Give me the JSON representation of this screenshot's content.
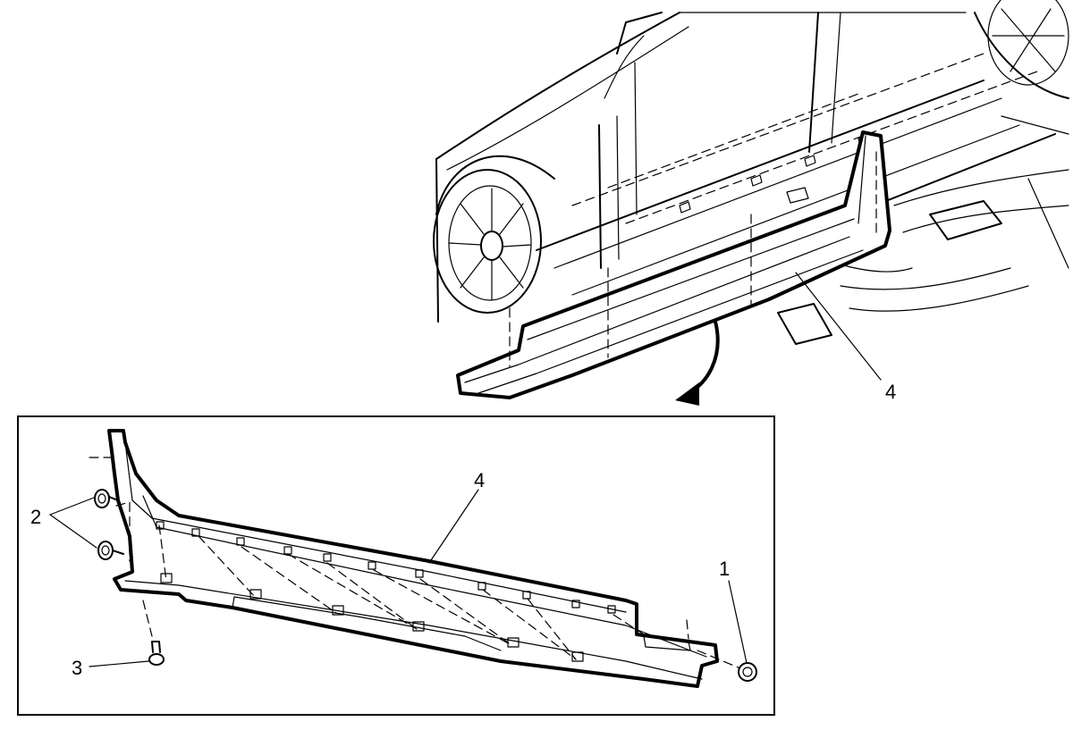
{
  "callouts": {
    "c1": "1",
    "c2": "2",
    "c3": "3",
    "c4_top": "4",
    "c4_detail": "4"
  },
  "colors": {
    "line": "#000000",
    "background": "#ffffff"
  }
}
